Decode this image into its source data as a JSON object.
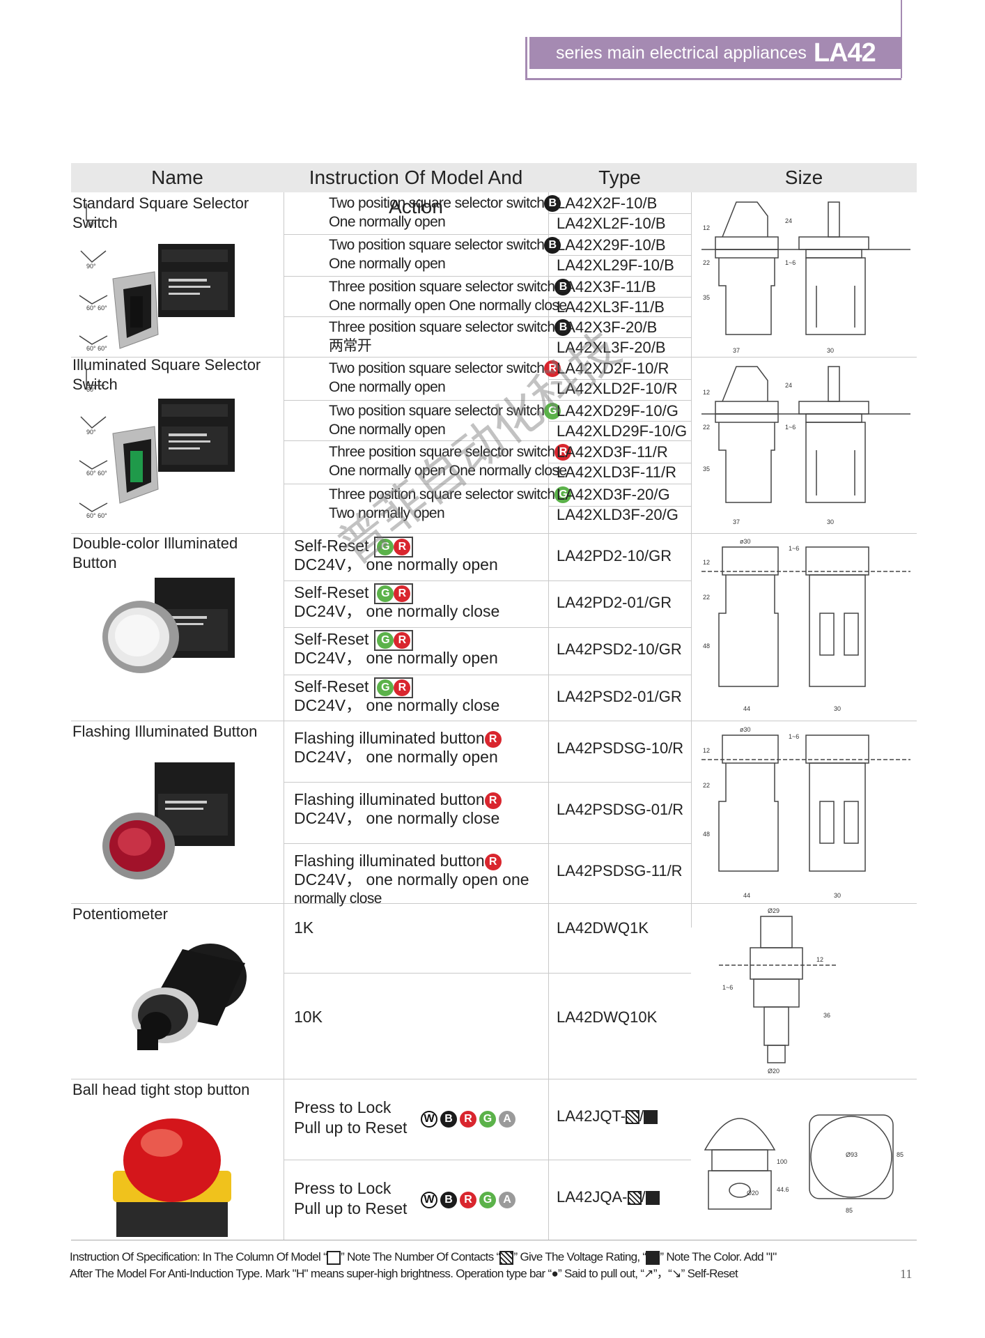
{
  "banner": {
    "subtitle": "series main electrical appliances",
    "model": "LA42"
  },
  "header": {
    "name": "Name",
    "instruction": "Instruction Of Model And Action",
    "type": "Type",
    "size": "Size"
  },
  "groups": {
    "g1": {
      "name": "Standard Square Selector Switch",
      "rows": [
        {
          "l1": "Two position square selector switch",
          "l2": "One normally open",
          "badge": "B",
          "angle": "60°",
          "t1": "LA42X2F-10/B",
          "t2": "LA42XL2F-10/B"
        },
        {
          "l1": "Two position square selector switch",
          "l2": "One normally open",
          "badge": "B",
          "angle": "90°",
          "t1": "LA42X29F-10/B",
          "t2": "LA42XL29F-10/B"
        },
        {
          "l1": "Three position square selector switch",
          "l2": "One normally open One normally close",
          "badge": "B",
          "angle": "60° 60°",
          "t1": "LA42X3F-11/B",
          "t2": "LA42XL3F-11/B"
        },
        {
          "l1": "Three position square selector switch",
          "l2": "两常开",
          "badge": "B",
          "angle": "60° 60°",
          "t1": "LA42X3F-20/B",
          "t2": "LA42XL3F-20/B"
        }
      ]
    },
    "g2": {
      "name": "Illuminated Square Selector Switch",
      "rows": [
        {
          "l1": "Two position square selector switch",
          "l2": "One normally open",
          "badge": "R",
          "angle": "60°",
          "t1": "LA42XD2F-10/R",
          "t2": "LA42XLD2F-10/R"
        },
        {
          "l1": "Two position square selector switch",
          "l2": "One normally open",
          "badge": "G",
          "angle": "90°",
          "t1": "LA42XD29F-10/G",
          "t2": "LA42XLD29F-10/G"
        },
        {
          "l1": "Three position square selector switch",
          "l2": "One normally open One normally close",
          "badge": "R",
          "angle": "60° 60°",
          "t1": "LA42XD3F-11/R",
          "t2": "LA42XLD3F-11/R"
        },
        {
          "l1": "Three position square selector switch",
          "l2": "Two normally open",
          "badge": "G",
          "angle": "60° 60°",
          "t1": "LA42XD3F-20/G",
          "t2": "LA42XLD3F-20/G"
        }
      ]
    },
    "g3": {
      "name": "Double-color Illuminated Button",
      "rows": [
        {
          "l1": "Self-Reset",
          "l2": "DC24V， one normally open",
          "type": "LA42PD2-10/GR"
        },
        {
          "l1": "Self-Reset",
          "l2": "DC24V， one normally close",
          "type": "LA42PD2-01/GR"
        },
        {
          "l1": "Self-Reset",
          "l2": "DC24V， one normally open",
          "type": "LA42PSD2-10/GR"
        },
        {
          "l1": "Self-Reset",
          "l2": "DC24V， one normally close",
          "type": "LA42PSD2-01/GR"
        }
      ]
    },
    "g4": {
      "name": "Flashing Illuminated Button",
      "rows": [
        {
          "l1": "Flashing illuminated button",
          "l2": "DC24V， one normally open",
          "type": "LA42PSDSG-10/R"
        },
        {
          "l1": "Flashing illuminated button",
          "l2": "DC24V， one normally close",
          "type": "LA42PSDSG-01/R"
        },
        {
          "l1": "Flashing illuminated button",
          "l2": "DC24V， one normally open one",
          "l3": "normally close",
          "type": "LA42PSDSG-11/R"
        }
      ]
    },
    "g5": {
      "name": "Potentiometer",
      "rows": [
        {
          "l1": "1K",
          "type": "LA42DWQ1K"
        },
        {
          "l1": "10K",
          "type": "LA42DWQ10K"
        }
      ]
    },
    "g6": {
      "name": "Ball head tight stop button",
      "rows": [
        {
          "l1": "Press to Lock",
          "l2": "Pull up to Reset",
          "type": "LA42JQT-",
          "type_tail": "/"
        },
        {
          "l1": "Press to Lock",
          "l2": "Pull up to Reset",
          "type": "LA42JQA-",
          "type_tail": "/"
        }
      ]
    }
  },
  "badges": {
    "B": "B",
    "R": "R",
    "G": "G",
    "W": "W",
    "A": "A"
  },
  "dims": {
    "d37": "37",
    "d30": "30",
    "d35": "35",
    "d22": "22",
    "d12": "12",
    "d24": "24",
    "d16": "1~6",
    "o30": "ø30",
    "d44": "44",
    "d48": "48",
    "o29": "Ø29",
    "d36": "36",
    "o20": "Ø20",
    "o93": "Ø93",
    "o20b": "Ø20",
    "d85": "85",
    "d100": "100",
    "d446": "44.6"
  },
  "footer": {
    "line1a": "Instruction Of Specification: In The Column Of Model",
    "line1b": "Note The Number Of Contacts",
    "line1c": "Give The Voltage Rating,",
    "line1d": "Note The Color. Add \"I\"",
    "line2a": "After The Model For Anti-Induction Type. Mark \"H\" means super-high brightness. Operation type bar",
    "line2b": "Said to pull out,",
    "line2c": "Self-Reset"
  },
  "page_number": "11",
  "watermark": "普菲自动化科技"
}
